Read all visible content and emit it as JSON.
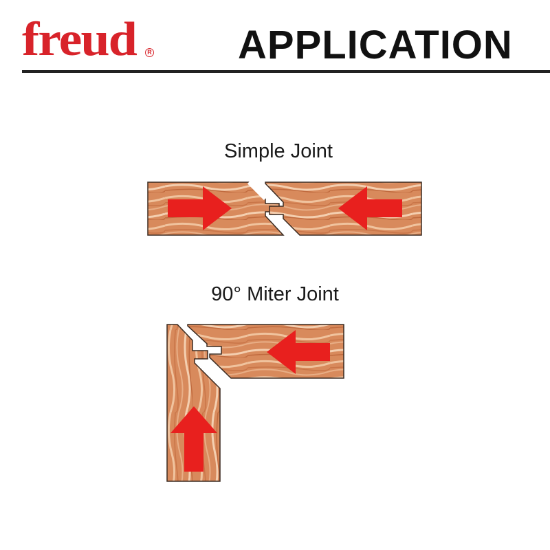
{
  "brand": {
    "name": "freud",
    "registered_mark": "R",
    "color": "#d8232a"
  },
  "header": {
    "title": "APPLICATION"
  },
  "diagrams": {
    "simple_joint": {
      "label": "Simple Joint"
    },
    "miter_joint": {
      "label": "90° Miter Joint"
    }
  },
  "colors": {
    "wood": "#d88a5c",
    "wood_grain": "#f2c7a3",
    "arrow": "#e8201e",
    "outline": "#333333"
  }
}
